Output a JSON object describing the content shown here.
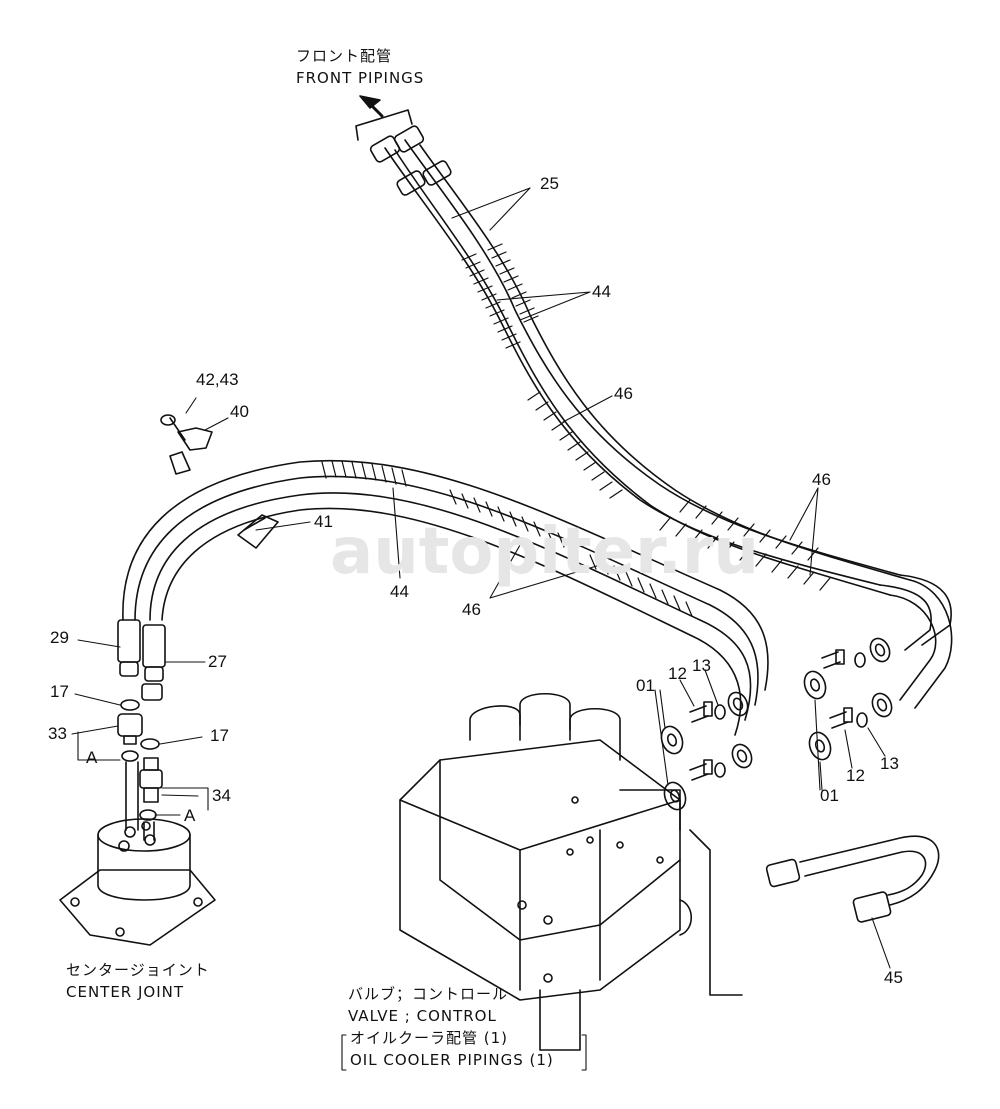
{
  "captions": {
    "front_jp": "フロント配管",
    "front_en": "FRONT PIPINGS",
    "center_jp": "センタージョイント",
    "center_en": "CENTER JOINT",
    "valve_jp": "バルブ；コントロール",
    "valve_en": "VALVE ; CONTROL",
    "cooler_jp": "オイルクーラ配管 (1)",
    "cooler_en": "OIL COOLER PIPINGS (1)"
  },
  "watermark": "autopiter.ru",
  "callouts": {
    "c25": "25",
    "c44a": "44",
    "c46a": "46",
    "c4243": "42,43",
    "c40": "40",
    "c41": "41",
    "c44b": "44",
    "c46b": "46",
    "c46c": "46",
    "c29": "29",
    "c27": "27",
    "c17a": "17",
    "c33": "33",
    "cA1": "A",
    "c17b": "17",
    "c34": "34",
    "cA2": "A",
    "c01a": "01",
    "c12a": "12",
    "c13a": "13",
    "c12b": "12",
    "c13b": "13",
    "c01b": "01",
    "c45": "45"
  }
}
